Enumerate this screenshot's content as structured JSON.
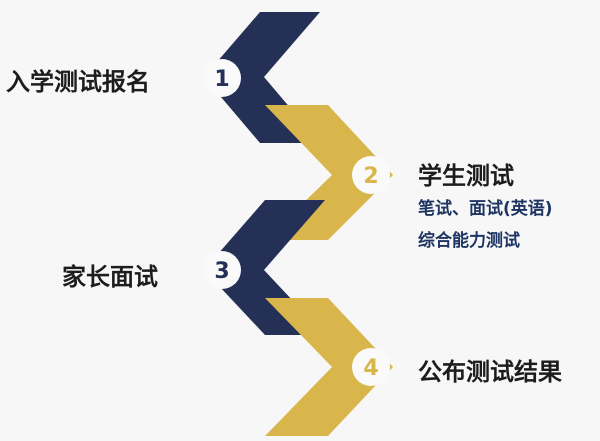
{
  "colors": {
    "navy": "#243055",
    "gold": "#d9b64c",
    "circle_fill": "#fafafa",
    "background": "#f7f7f7"
  },
  "steps": [
    {
      "number": "1",
      "label": "入学测试报名",
      "chevron_color": "navy"
    },
    {
      "number": "2",
      "label": "学生测试",
      "details": [
        "笔试、面试(英语)",
        "综合能力测试"
      ],
      "chevron_color": "gold"
    },
    {
      "number": "3",
      "label": "家长面试",
      "chevron_color": "navy"
    },
    {
      "number": "4",
      "label": "公布测试结果",
      "chevron_color": "gold"
    }
  ]
}
